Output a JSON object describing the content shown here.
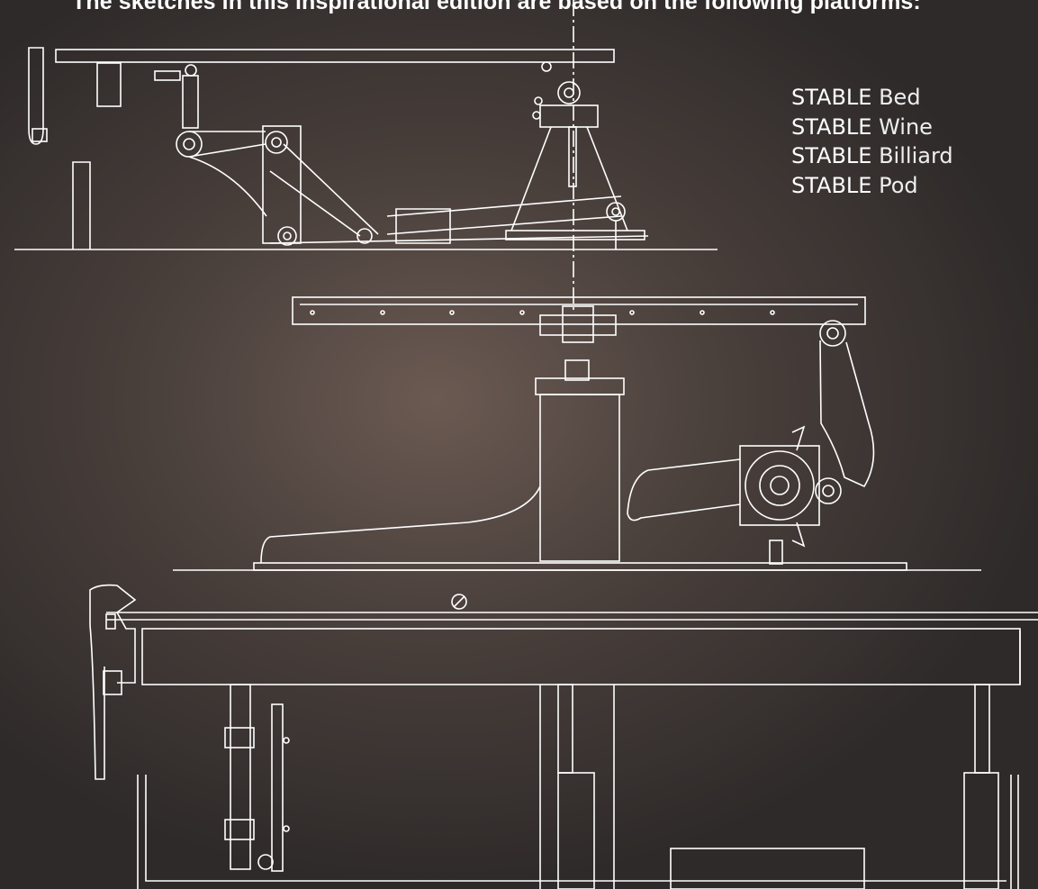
{
  "headline": "The sketches in this inspirational edition are based on the following platforms:",
  "platforms": [
    {
      "brand": "STABLE",
      "model": "Bed"
    },
    {
      "brand": "STABLE",
      "model": "Wine"
    },
    {
      "brand": "STABLE",
      "model": "Billiard"
    },
    {
      "brand": "STABLE",
      "model": "Pod"
    }
  ],
  "colors": {
    "background_center": "#6b5a52",
    "background_edge": "#2e2a29",
    "line": "#ffffff"
  }
}
